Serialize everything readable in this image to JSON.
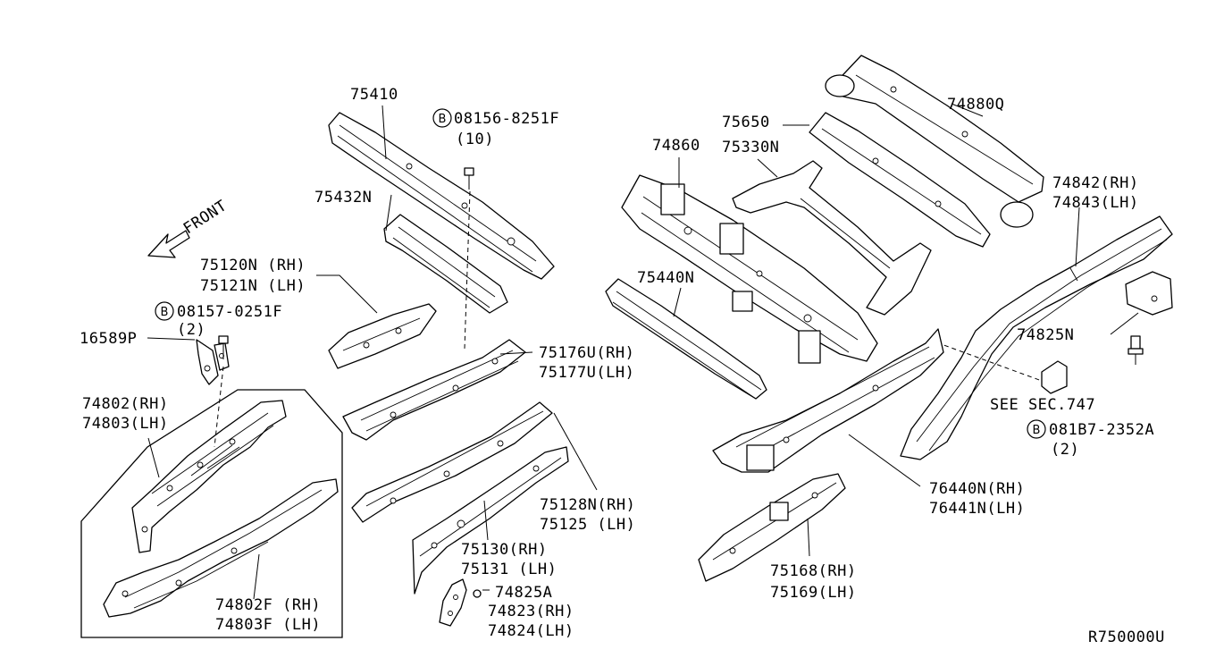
{
  "diagram_code": "R750000U",
  "front_indicator": "FRONT",
  "bolt_symbol": "B",
  "parts": {
    "p75410": "75410",
    "p08156": "08156-8251F",
    "p08156_qty": "(10)",
    "p75432N": "75432N",
    "p75120N": "75120N (RH)",
    "p75121N": "75121N (LH)",
    "p08157": "08157-0251F",
    "p08157_qty": "(2)",
    "p16589P": "16589P",
    "p74802": "74802(RH)",
    "p74803": "74803(LH)",
    "p74802F": "74802F (RH)",
    "p74803F": "74803F (LH)",
    "p75176U": "75176U(RH)",
    "p75177U": "75177U(LH)",
    "p75128N": "75128N(RH)",
    "p75125": "75125 (LH)",
    "p75130": "75130(RH)",
    "p75131": "75131 (LH)",
    "p74825A": "74825A",
    "p74823": "74823(RH)",
    "p74824": "74824(LH)",
    "p74860": "74860",
    "p75650": "75650",
    "p75330N": "75330N",
    "p74880Q": "74880Q",
    "p75440N": "75440N",
    "p74842": "74842(RH)",
    "p74843": "74843(LH)",
    "p74825N": "74825N",
    "p_see": "SEE SEC.747",
    "p081B7": "081B7-2352A",
    "p081B7_qty": "(2)",
    "p76440N": "76440N(RH)",
    "p76441N": "76441N(LH)",
    "p75168": "75168(RH)",
    "p75169": "75169(LH)"
  }
}
